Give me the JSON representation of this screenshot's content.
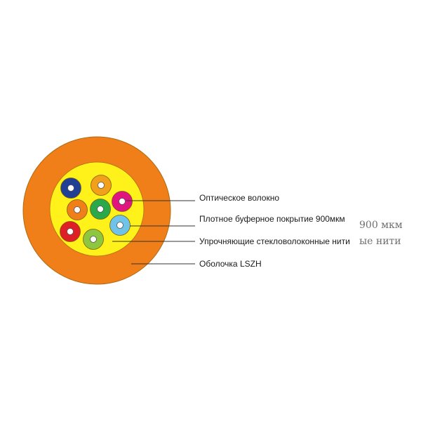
{
  "colors": {
    "sheath": "#f07f1a",
    "sheath_edge": "#e8721a",
    "core": "#fff21a",
    "outline": "#b06a10"
  },
  "fibers": [
    {
      "color": "#223f96"
    },
    {
      "color": "#f2a01a"
    },
    {
      "color": "#e0157f"
    },
    {
      "color": "#f07f1a"
    },
    {
      "color": "#2aa94a"
    },
    {
      "color": "#df1f26"
    },
    {
      "color": "#8dc63f"
    },
    {
      "color": "#6fc3e8"
    }
  ],
  "labels": {
    "optical_fiber": "Оптическое волокно",
    "tight_buffer": "Плотное буферное покрытие 900мкм",
    "strength_yarn": "Упрочняющие стекловолоконные нити",
    "jacket": "Оболочка LSZH"
  },
  "ghost_text": {
    "line1": "900 мкм",
    "line2": "ые нити"
  }
}
